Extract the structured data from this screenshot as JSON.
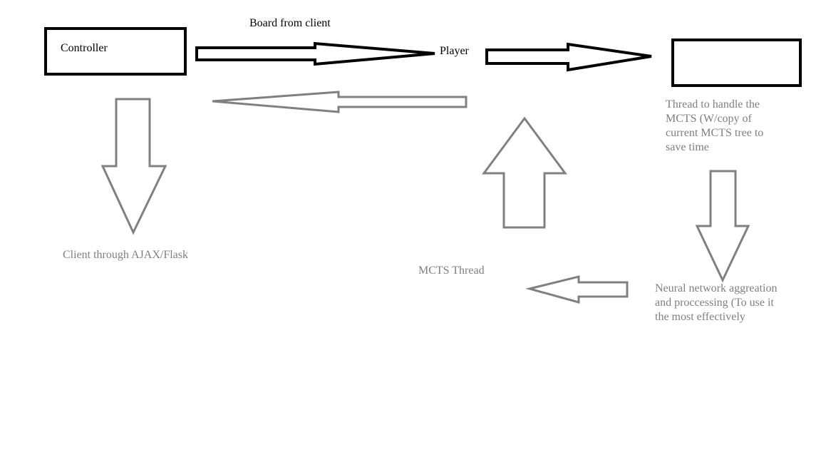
{
  "diagram": {
    "nodes": {
      "controller": "Controller",
      "player": "Player",
      "board_from_client": "Board from client",
      "thread_handle": [
        "Thread to handle the",
        "MCTS (W/copy of",
        "current MCTS tree to",
        "save time"
      ],
      "client_ajax": "Client through AJAX/Flask",
      "mcts_thread": "MCTS Thread",
      "neural_network": [
        "Neural network aggreation",
        "and proccessing (To use it",
        "the most effectively"
      ]
    },
    "colors": {
      "dark": "#000000",
      "gray": "#7f7f7f"
    }
  }
}
